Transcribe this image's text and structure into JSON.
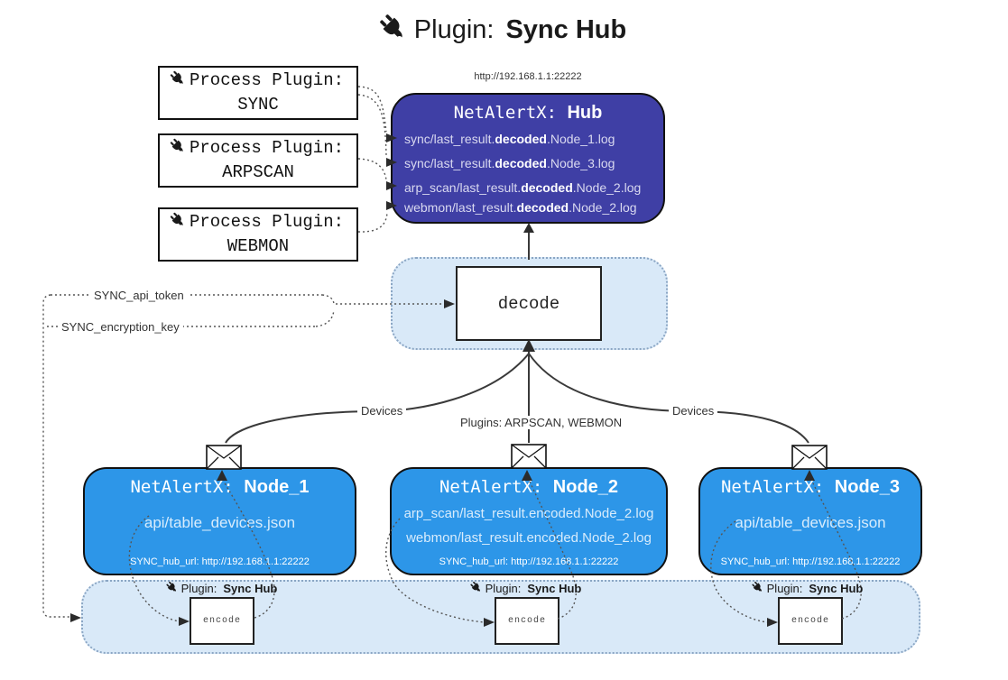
{
  "title": {
    "label": "Plugin:",
    "name": "Sync Hub"
  },
  "process_plugins": [
    {
      "line1": "Process Plugin:",
      "line2": "SYNC"
    },
    {
      "line1": "Process Plugin:",
      "line2": "ARPSCAN"
    },
    {
      "line1": "Process Plugin:",
      "line2": "WEBMON"
    }
  ],
  "hub": {
    "url": "http://192.168.1.1:22222",
    "app": "NetAlertX: ",
    "name": "Hub",
    "logs": [
      {
        "pre": "sync/last_result.",
        "bold": "decoded",
        "post": ".Node_1.log"
      },
      {
        "pre": "sync/last_result.",
        "bold": "decoded",
        "post": ".Node_3.log"
      },
      {
        "pre": "arp_scan/last_result.",
        "bold": "decoded",
        "post": ".Node_2.log"
      },
      {
        "pre": "webmon/last_result.",
        "bold": "decoded",
        "post": ".Node_2.log"
      }
    ]
  },
  "decode": {
    "label": "decode"
  },
  "settings": {
    "api_token": "SYNC_api_token",
    "encryption_key": "SYNC_encryption_key"
  },
  "connections": {
    "devices_left": "Devices",
    "plugins_middle": "Plugins: ARPSCAN, WEBMON",
    "devices_right": "Devices"
  },
  "nodes": [
    {
      "app": "NetAlertX: ",
      "name": "Node_1",
      "files": [
        "api/table_devices.json"
      ],
      "hub_url": "SYNC_hub_url: http://192.168.1.1:22222"
    },
    {
      "app": "NetAlertX: ",
      "name": "Node_2",
      "files": [
        "arp_scan/last_result.encoded.Node_2.log",
        "webmon/last_result.encoded.Node_2.log"
      ],
      "hub_url": "SYNC_hub_url: http://192.168.1.1:22222"
    },
    {
      "app": "NetAlertX: ",
      "name": "Node_3",
      "files": [
        "api/table_devices.json"
      ],
      "hub_url": "SYNC_hub_url: http://192.168.1.1:22222"
    }
  ],
  "encode_plugins": [
    {
      "prefix": "Plugin:",
      "name": "Sync Hub",
      "box_label": "encode"
    },
    {
      "prefix": "Plugin:",
      "name": "Sync Hub",
      "box_label": "encode"
    },
    {
      "prefix": "Plugin:",
      "name": "Sync Hub",
      "box_label": "encode"
    }
  ],
  "colors": {
    "hub_bg": "#3f3fa5",
    "node_bg": "#2d96e8",
    "band_bg": "#d9e9f8"
  }
}
